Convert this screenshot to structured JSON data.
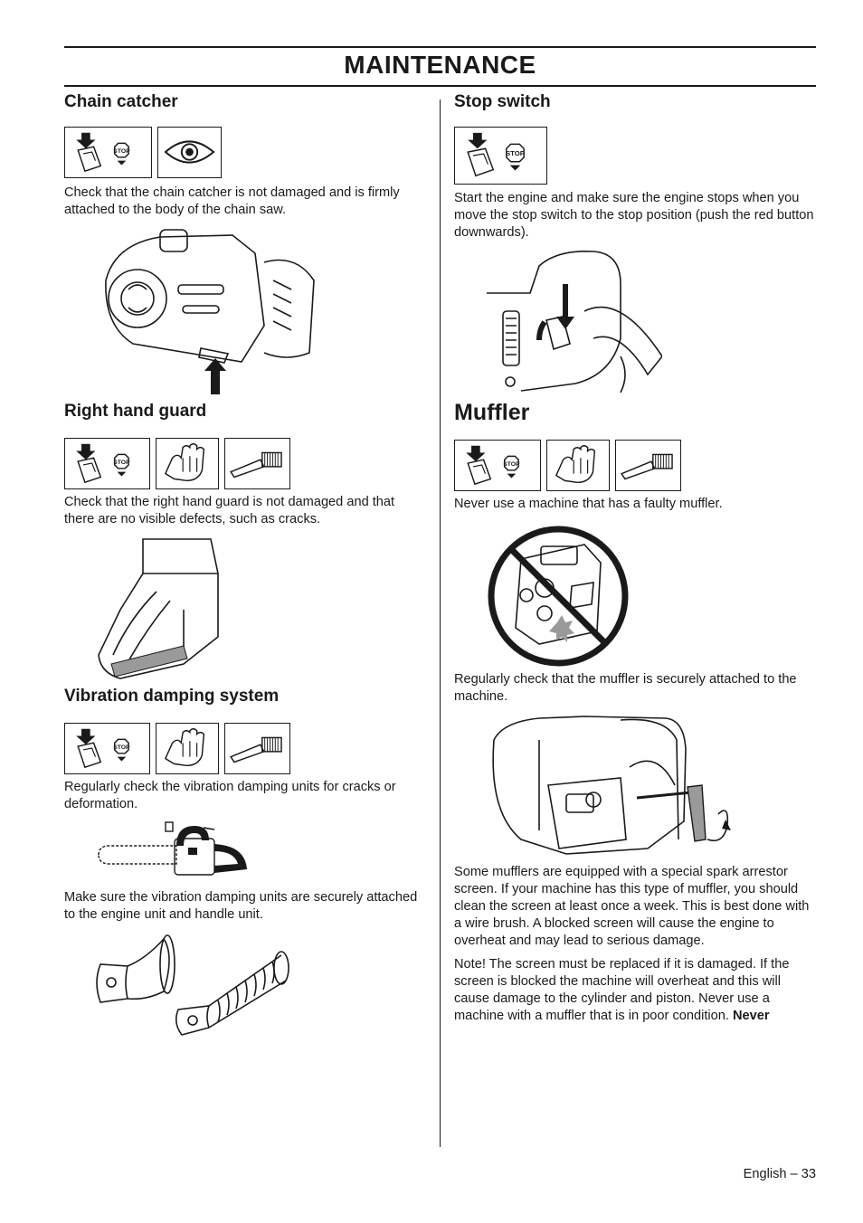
{
  "header": {
    "title": "MAINTENANCE"
  },
  "left": {
    "chain_catcher": {
      "heading": "Chain catcher",
      "body": "Check that the chain catcher is not damaged and is firmly attached to the body of the chain saw."
    },
    "right_hand_guard": {
      "heading": "Right hand guard",
      "body": "Check that the right hand guard is not damaged and that there are no visible defects, such as cracks."
    },
    "vibration": {
      "heading": "Vibration damping system",
      "body1": "Regularly check the vibration damping units for cracks or deformation.",
      "body2": "Make sure the vibration damping units are securely attached to the engine unit and handle unit."
    }
  },
  "right": {
    "stop_switch": {
      "heading": "Stop switch",
      "body": "Start the engine and make sure the engine stops when you move the stop switch to the stop position (push the red button downwards)."
    },
    "muffler": {
      "heading": "Muffler",
      "body1": "Never use a machine that has a faulty muffler.",
      "body2": "Regularly check that the muffler is securely attached to the machine.",
      "body3": "Some mufflers are equipped with a special spark arrestor screen. If your machine has this type of muffler, you should clean the screen at least once a week. This is best done with a wire brush. A blocked screen will cause the engine to overheat and may lead to serious damage.",
      "body4": "Note! The screen must be replaced if it is damaged. If the screen is blocked the machine will overheat and this will cause damage to the cylinder and piston. Never use a machine with a muffler that is in poor condition. ",
      "body4_bold": "Never"
    }
  },
  "stop_label": "STOP",
  "footer": {
    "page": "English – 33"
  },
  "icons": [
    "stop-switch-icon",
    "eye-icon",
    "glove-icon",
    "brush-icon"
  ],
  "colors": {
    "ink": "#1a1a1a",
    "paper": "#ffffff",
    "grey": "#9a9a9a"
  }
}
